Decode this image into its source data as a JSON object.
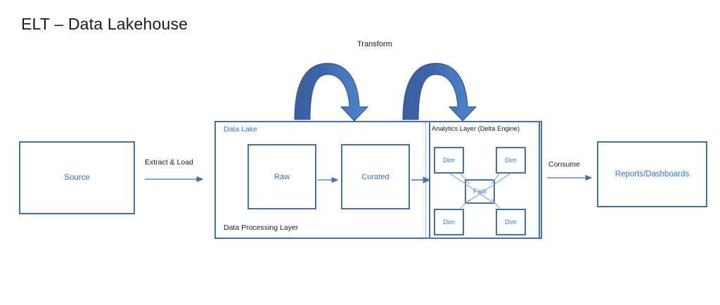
{
  "title": "ELT – Data Lakehouse",
  "colors": {
    "box_border": "#4472A8",
    "box_text": "#2E75D4",
    "label_text": "#1a1a1a",
    "divider": "#5B8ACB",
    "arc_dark": "#3B5FA0",
    "arc_light": "#4A7DC4",
    "connector": "#5B8ACB",
    "background": "#FFFFFF"
  },
  "nodes": {
    "source": {
      "label": "Source"
    },
    "reports": {
      "label": "Reports/Dashboards"
    },
    "raw": {
      "label": "Raw"
    },
    "curated": {
      "label": "Curated"
    },
    "fact": {
      "label": "Fact"
    },
    "dim_top_left": {
      "label": "Dim"
    },
    "dim_top_right": {
      "label": "Dim"
    },
    "dim_bottom_left": {
      "label": "Dim"
    },
    "dim_bottom_right": {
      "label": "Dim"
    }
  },
  "containers": {
    "data_lake": {
      "label": "Data Lake"
    },
    "data_processing_layer": {
      "label": "Data Processing Layer"
    },
    "analytics_layer": {
      "label": "Analytics Layer (Delta Engine)"
    }
  },
  "arrows": {
    "extract_load": {
      "label": "Extract & Load"
    },
    "consume": {
      "label": "Consume"
    },
    "transform": {
      "label": "Transform"
    }
  },
  "icons": {
    "arc_arrow_left": "curved-transform-arrow-icon",
    "arc_arrow_right": "curved-transform-arrow-icon",
    "straight_arrow": "arrow-right-icon"
  }
}
